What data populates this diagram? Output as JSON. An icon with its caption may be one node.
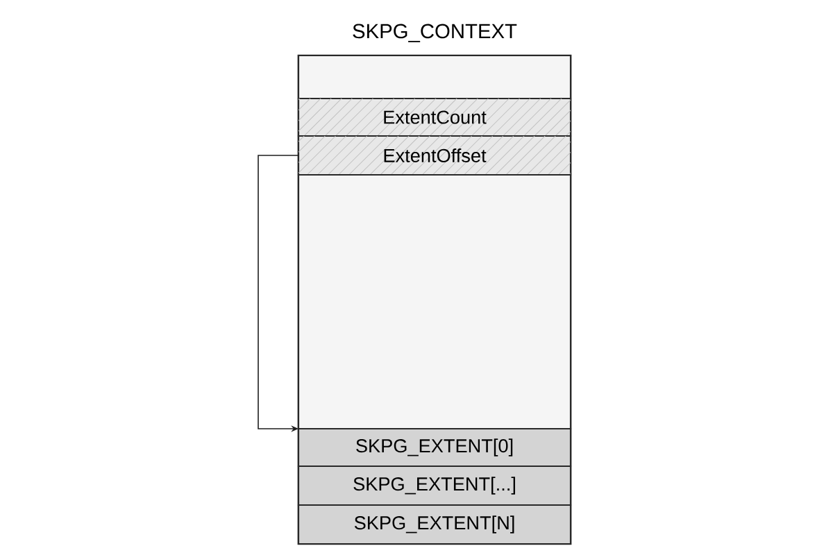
{
  "diagram": {
    "nodes": [
      {
        "text": [
          "SKPG_CONTEXT"
        ]
      },
      {
        "text": [],
        "shape": "box",
        "in": 0
      },
      {
        "text": [
          "ExtentCount"
        ],
        "in": 0
      },
      {
        "text": [
          "ExtentOffset"
        ],
        "in": 0
      },
      {
        "text": [],
        "shape": "box",
        "in": 0
      },
      {
        "text": [
          "SKPG_EXTENT[0]"
        ],
        "in": 0
      },
      {
        "text": [
          "SKPG_EXTENT[...]"
        ],
        "in": 0
      },
      {
        "text": [
          "SKPG_EXTENT[N]"
        ],
        "in": 0
      }
    ],
    "edges": [
      {
        "from": 3,
        "to": 5,
        "arrow": "to"
      }
    ]
  }
}
